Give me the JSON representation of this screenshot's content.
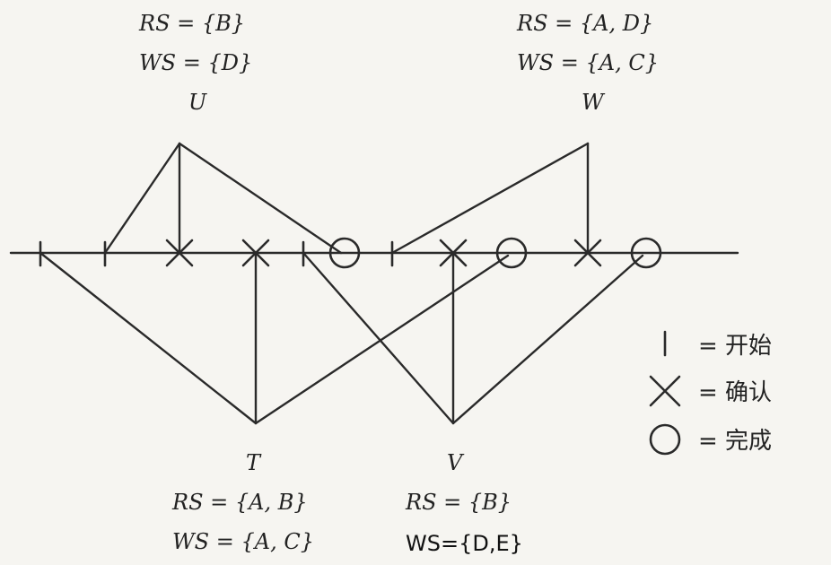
{
  "transactions": {
    "U": {
      "label": "U",
      "rs": "RS = {B}",
      "ws": "WS = {D}"
    },
    "W": {
      "label": "W",
      "rs": "RS = {A, D}",
      "ws": "WS = {A, C}"
    },
    "T": {
      "label": "T",
      "rs": "RS = {A, B}",
      "ws": "WS = {A, C}"
    },
    "V": {
      "label": "V",
      "rs": "RS = {B}",
      "ws": "WS={D,E}"
    }
  },
  "legend": {
    "start": "= 开始",
    "validate": "= 确认",
    "finish": "= 完成"
  }
}
